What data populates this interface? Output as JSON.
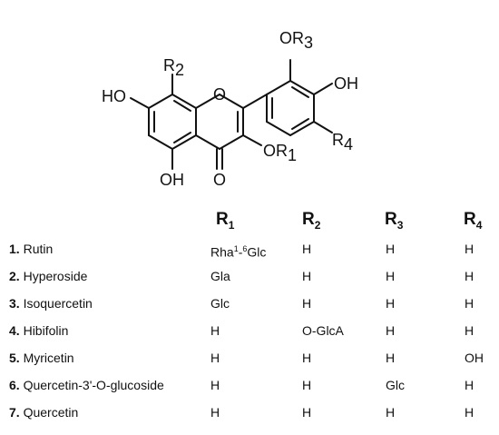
{
  "structure": {
    "labels": {
      "or3": "OR",
      "or3_sub": "3",
      "oh_top": "OH",
      "r2": "R",
      "r2_sub": "2",
      "ho_left": "HO",
      "ring_o": "O",
      "r4": "R",
      "r4_sub": "4",
      "or1": "OR",
      "or1_sub": "1",
      "oh_bottom": "OH",
      "ketone_o": "O"
    }
  },
  "table": {
    "headers": {
      "r1": "R",
      "r1_sub": "1",
      "r2": "R",
      "r2_sub": "2",
      "r3": "R",
      "r3_sub": "3",
      "r4": "R",
      "r4_sub": "4"
    },
    "rows": [
      {
        "num": "1.",
        "name": "Rutin",
        "r1_a": "Rha",
        "r1_sup1": "1",
        "r1_mid": "-",
        "r1_sup2": "6",
        "r1_b": "Glc",
        "r2": "H",
        "r3": "H",
        "r4": "H"
      },
      {
        "num": "2.",
        "name": "Hyperoside",
        "r1": "Gla",
        "r2": "H",
        "r3": "H",
        "r4": "H"
      },
      {
        "num": "3.",
        "name": "Isoquercetin",
        "r1": "Glc",
        "r2": "H",
        "r3": "H",
        "r4": "H"
      },
      {
        "num": "4.",
        "name": "Hibifolin",
        "r1": "H",
        "r2": "O-GlcA",
        "r3": "H",
        "r4": "H"
      },
      {
        "num": "5.",
        "name": "Myricetin",
        "r1": "H",
        "r2": "H",
        "r3": "H",
        "r4": "OH"
      },
      {
        "num": "6.",
        "name": "Quercetin-3'-O-glucoside",
        "r1": "H",
        "r2": "H",
        "r3": "Glc",
        "r4": "H"
      },
      {
        "num": "7.",
        "name": "Quercetin",
        "r1": "H",
        "r2": "H",
        "r3": "H",
        "r4": "H"
      }
    ]
  }
}
